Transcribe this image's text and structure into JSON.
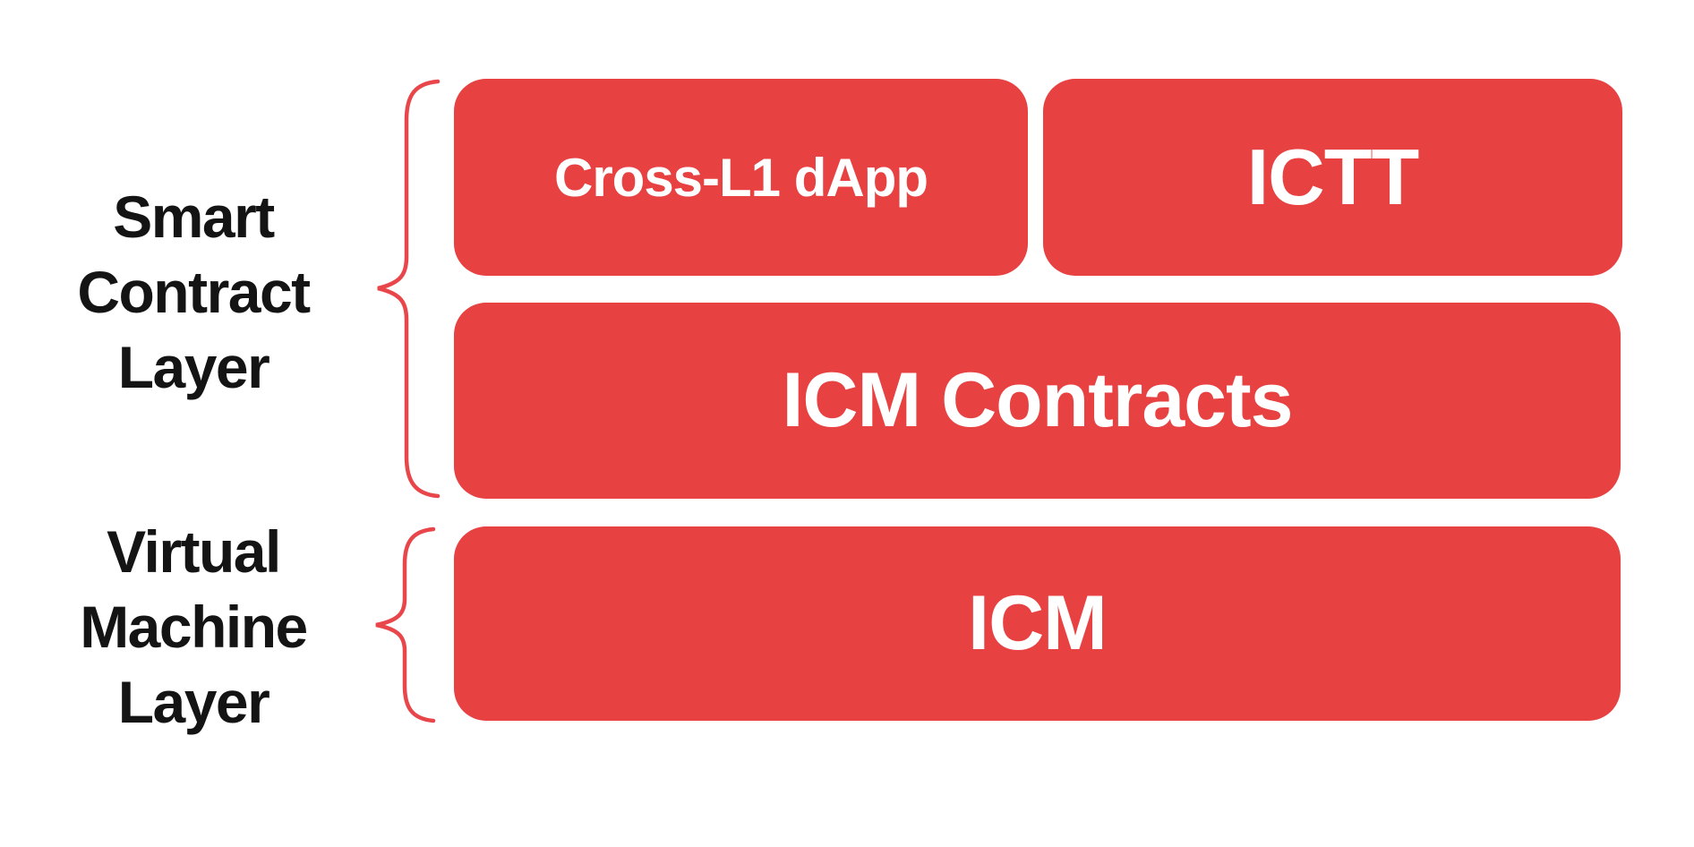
{
  "diagram": {
    "layers": [
      {
        "label": "Smart\nContract\nLayer",
        "boxes": [
          {
            "id": "cross_l1_dapp",
            "text": "Cross-L1 dApp"
          },
          {
            "id": "ictt",
            "text": "ICTT"
          },
          {
            "id": "icm_contracts",
            "text": "ICM Contracts"
          }
        ]
      },
      {
        "label": "Virtual\nMachine\nLayer",
        "boxes": [
          {
            "id": "icm",
            "text": "ICM"
          }
        ]
      }
    ],
    "colors": {
      "box_red": "#E84142",
      "brace_red": "#E8464A",
      "label_black": "#141414",
      "box_text_white": "#FFFFFF",
      "background": "#FFFFFF"
    }
  }
}
